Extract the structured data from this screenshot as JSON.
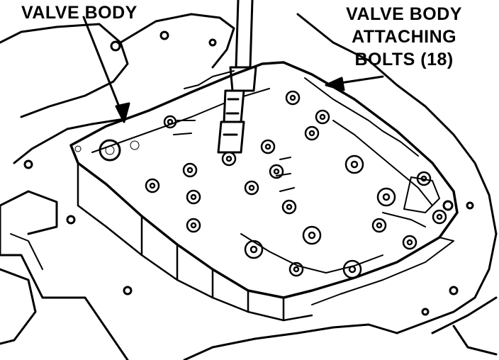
{
  "callouts": {
    "valve_body": "VALVE BODY",
    "bolts_line1": "VALVE BODY",
    "bolts_line2": "ATTACHING",
    "bolts_line3": "BOLTS (18)"
  },
  "colors": {
    "ink": "#000000",
    "paper": "#ffffff"
  },
  "icons": [
    "extension-bar-icon",
    "bolt-head-icon"
  ]
}
